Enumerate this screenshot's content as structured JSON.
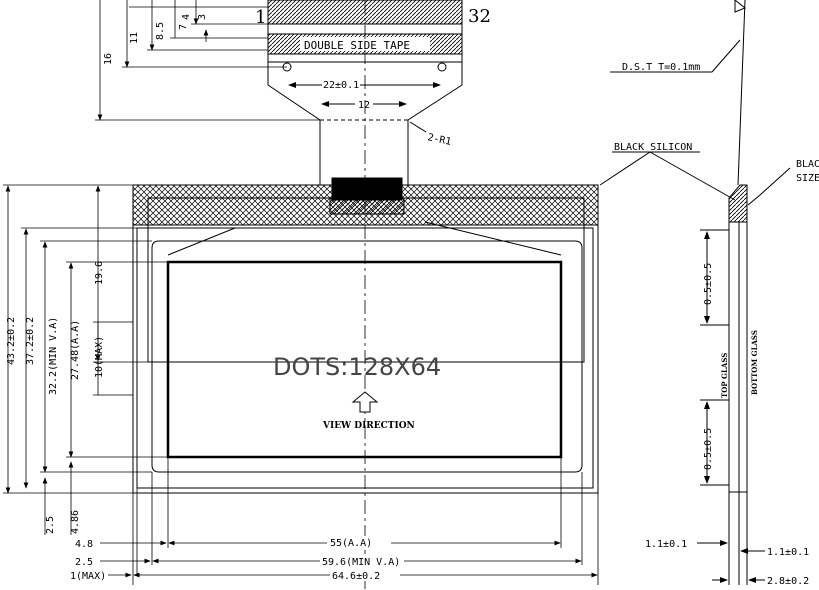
{
  "fpc": {
    "pin_first": "1",
    "pin_last": "32",
    "tape_label": "DOUBLE SIDE TAPE",
    "dim_hole_pitch": "22±0.1",
    "dim_neck": "12",
    "corner_radius": "2-R1"
  },
  "top_dims": [
    "16",
    "11",
    "8.5",
    "7",
    "4",
    "3"
  ],
  "left_dims": {
    "outline_h": "43.2±0.2",
    "view_h": "37.2±0.2",
    "min_va_h": "32.2(MIN V.A)",
    "aa_h": "27.48(A.A)",
    "upper": "19.6",
    "max10": "10(MAX)",
    "bot1": "2.5",
    "bot2": "4.86"
  },
  "bottom_dims": {
    "aa_w": "55(A.A)",
    "va_w": "59.6(MIN V.A)",
    "outline_w": "64.6±0.2",
    "left1": "4.8",
    "left2": "2.5",
    "left3": "1(MAX)"
  },
  "panel": {
    "dots": "DOTS:128X64",
    "view_dir": "VIEW DIRECTION"
  },
  "side": {
    "dst": "D.S.T T=0.1mm",
    "black_silicon": "BLACK SILICON",
    "black_partial_1": "BLAC",
    "black_partial_2": "SIZE",
    "dim_top": "0.5±0.5",
    "dim_bottom": "0.5±0.5",
    "top_glass": "TOP GLASS",
    "bottom_glass": "BOTTOM GLASS",
    "dim_a": "1.1±0.1",
    "dim_b": "1.1±0.1",
    "dim_total": "2.8±0.2"
  }
}
